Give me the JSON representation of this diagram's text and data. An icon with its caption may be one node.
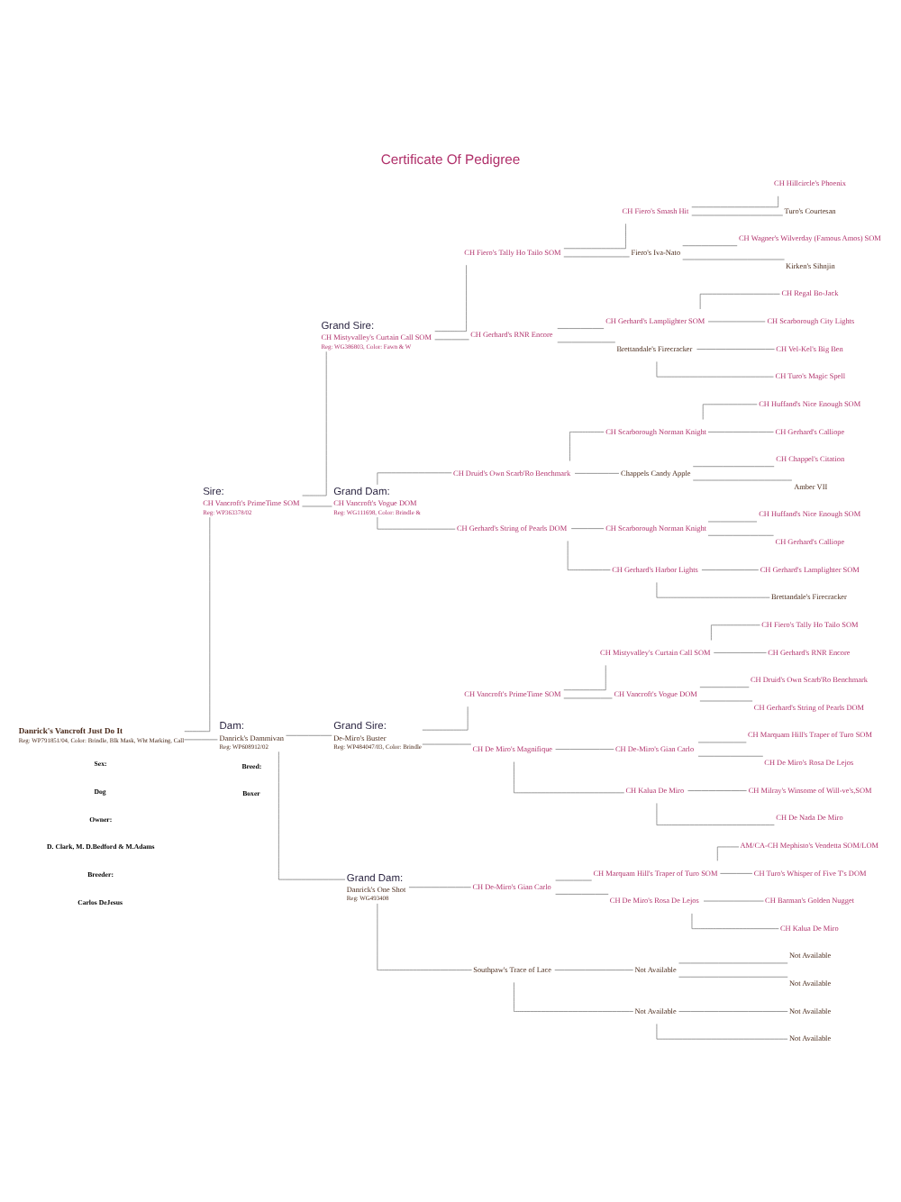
{
  "diagram": {
    "title": "Certificate Of Pedigree",
    "nodes": [
      {
        "text": [
          "Danrick's Vancroft Just Do It",
          "Reg: WP791851/04, Color: Brindle, Blk Mask, Wht Marking, Call"
        ]
      },
      {
        "text": [
          "Sire:",
          "CH Vancroft's PrimeTime SOM",
          "Reg: WP363378/02"
        ]
      },
      {
        "text": [
          "Grand Sire:",
          "CH Mistyvalley's Curtain Call SOM",
          "Reg: WG386803, Color: Fawn & W"
        ]
      },
      {
        "text": [
          "CH Fiero's Tally Ho Tailo SOM"
        ]
      },
      {
        "text": [
          "CH Fiero's Smash Hit"
        ]
      },
      {
        "text": [
          "CH Hillcircle's Phoenix"
        ]
      },
      {
        "text": [
          "Turo's Courtesan"
        ]
      },
      {
        "text": [
          "Fiero's Iva-Nato"
        ]
      },
      {
        "text": [
          "CH Wagner's Wilverday (Famous Amos) SOM"
        ]
      },
      {
        "text": [
          "Kirken's Sihnjin"
        ]
      },
      {
        "text": [
          "CH Gerhard's RNR Encore"
        ]
      },
      {
        "text": [
          "CH Gerhard's Lamplighter SOM"
        ]
      },
      {
        "text": [
          "CH Regal Bo-Jack"
        ]
      },
      {
        "text": [
          "CH Scarborough City Lights"
        ]
      },
      {
        "text": [
          "Brettandale's Firecracker"
        ]
      },
      {
        "text": [
          "CH Vel-Kel's Big Ben"
        ]
      },
      {
        "text": [
          "CH Turo's Magic Spell"
        ]
      },
      {
        "text": [
          "Grand Dam:",
          "CH Vancroft's Vogue DOM",
          "Reg: WG111698, Color: Brindle &"
        ]
      },
      {
        "text": [
          "CH Druid's Own Scarb'Ro Benchmark"
        ]
      },
      {
        "text": [
          "CH Scarborough Norman Knight"
        ]
      },
      {
        "text": [
          "CH Huffand's Nice Enough SOM"
        ]
      },
      {
        "text": [
          "CH Gerhard's Calliope"
        ]
      },
      {
        "text": [
          "Chappels Candy Apple"
        ]
      },
      {
        "text": [
          "CH Chappel's Citation"
        ]
      },
      {
        "text": [
          "Amber VII"
        ]
      },
      {
        "text": [
          "CH Gerhard's String of Pearls DOM"
        ]
      },
      {
        "text": [
          "CH Scarborough Norman Knight"
        ]
      },
      {
        "text": [
          "CH Huffand's Nice Enough SOM"
        ]
      },
      {
        "text": [
          "CH Gerhard's Calliope"
        ]
      },
      {
        "text": [
          "CH Gerhard's Harbor Lights"
        ]
      },
      {
        "text": [
          "CH Gerhard's Lamplighter SOM"
        ]
      },
      {
        "text": [
          "Brettandale's Firecracker"
        ]
      },
      {
        "text": [
          "Dam:",
          "Danrick's Dammivan",
          "Reg: WP608912/02"
        ]
      },
      {
        "text": [
          "Grand Sire:",
          "De-Miro's Buster",
          "Reg: WP484047/03, Color: Brindle"
        ]
      },
      {
        "text": [
          "CH Vancroft's PrimeTime SOM"
        ]
      },
      {
        "text": [
          "CH Mistyvalley's Curtain Call SOM"
        ]
      },
      {
        "text": [
          "CH Fiero's Tally Ho Tailo SOM"
        ]
      },
      {
        "text": [
          "CH Gerhard's RNR Encore"
        ]
      },
      {
        "text": [
          "CH Vancroft's Vogue DOM"
        ]
      },
      {
        "text": [
          "CH Druid's Own Scarb'Ro Benchmark"
        ]
      },
      {
        "text": [
          "CH Gerhard's String of Pearls DOM"
        ]
      },
      {
        "text": [
          "CH De Miro's Magnifique"
        ]
      },
      {
        "text": [
          "CH De-Miro's Gian Carlo"
        ]
      },
      {
        "text": [
          "CH Marquam Hill's Traper of Turo SOM"
        ]
      },
      {
        "text": [
          "CH De Miro's Rosa De Lejos"
        ]
      },
      {
        "text": [
          "CH Kalua De Miro"
        ]
      },
      {
        "text": [
          "CH Milray's Winsome of Will-ve's,SOM"
        ]
      },
      {
        "text": [
          "CH De Nada De Miro"
        ]
      },
      {
        "text": [
          "Grand Dam:",
          "Danrick's One Shot",
          "Reg: WG493408"
        ]
      },
      {
        "text": [
          "CH De-Miro's Gian Carlo"
        ]
      },
      {
        "text": [
          "CH Marquam Hill's Traper of Turo SOM"
        ]
      },
      {
        "text": [
          "AM/CA-CH Mephisto's Vendetta SOM/LOM"
        ]
      },
      {
        "text": [
          "CH Turo's Whisper of Five T's DOM"
        ]
      },
      {
        "text": [
          "CH De Miro's Rosa De Lejos"
        ]
      },
      {
        "text": [
          "CH Barman's Golden Nugget"
        ]
      },
      {
        "text": [
          "CH Kalua De Miro"
        ]
      },
      {
        "text": [
          "Southpaw's Trace of Lace"
        ]
      },
      {
        "text": [
          "Not Available"
        ]
      },
      {
        "text": [
          "Not Available"
        ]
      },
      {
        "text": [
          "Not Available"
        ]
      },
      {
        "text": [
          "Not Available"
        ]
      },
      {
        "text": [
          "Not Available"
        ]
      },
      {
        "text": [
          "Not Available"
        ]
      }
    ],
    "edges": [
      {
        "from": 0,
        "to": 1,
        "arrow": "none"
      },
      {
        "from": 0,
        "to": 32,
        "arrow": "none"
      },
      {
        "from": 1,
        "to": 2,
        "arrow": "none"
      },
      {
        "from": 1,
        "to": 17,
        "arrow": "none"
      },
      {
        "from": 2,
        "to": 3,
        "arrow": "none"
      },
      {
        "from": 2,
        "to": 10,
        "arrow": "none"
      },
      {
        "from": 3,
        "to": 4,
        "arrow": "none"
      },
      {
        "from": 3,
        "to": 7,
        "arrow": "none"
      },
      {
        "from": 4,
        "to": 5,
        "arrow": "none"
      },
      {
        "from": 4,
        "to": 6,
        "arrow": "none"
      },
      {
        "from": 7,
        "to": 8,
        "arrow": "none"
      },
      {
        "from": 7,
        "to": 9,
        "arrow": "none"
      },
      {
        "from": 10,
        "to": 11,
        "arrow": "none"
      },
      {
        "from": 10,
        "to": 14,
        "arrow": "none"
      },
      {
        "from": 11,
        "to": 12,
        "arrow": "none"
      },
      {
        "from": 11,
        "to": 13,
        "arrow": "none"
      },
      {
        "from": 14,
        "to": 15,
        "arrow": "none"
      },
      {
        "from": 14,
        "to": 16,
        "arrow": "none"
      },
      {
        "from": 17,
        "to": 18,
        "arrow": "none"
      },
      {
        "from": 17,
        "to": 25,
        "arrow": "none"
      },
      {
        "from": 18,
        "to": 19,
        "arrow": "none"
      },
      {
        "from": 18,
        "to": 22,
        "arrow": "none"
      },
      {
        "from": 19,
        "to": 20,
        "arrow": "none"
      },
      {
        "from": 19,
        "to": 21,
        "arrow": "none"
      },
      {
        "from": 22,
        "to": 23,
        "arrow": "none"
      },
      {
        "from": 22,
        "to": 24,
        "arrow": "none"
      },
      {
        "from": 25,
        "to": 26,
        "arrow": "none"
      },
      {
        "from": 25,
        "to": 29,
        "arrow": "none"
      },
      {
        "from": 26,
        "to": 27,
        "arrow": "none"
      },
      {
        "from": 26,
        "to": 28,
        "arrow": "none"
      },
      {
        "from": 29,
        "to": 30,
        "arrow": "none"
      },
      {
        "from": 29,
        "to": 31,
        "arrow": "none"
      },
      {
        "from": 32,
        "to": 33,
        "arrow": "none"
      },
      {
        "from": 32,
        "to": 48,
        "arrow": "none"
      },
      {
        "from": 33,
        "to": 34,
        "arrow": "none"
      },
      {
        "from": 33,
        "to": 41,
        "arrow": "none"
      },
      {
        "from": 34,
        "to": 35,
        "arrow": "none"
      },
      {
        "from": 34,
        "to": 38,
        "arrow": "none"
      },
      {
        "from": 35,
        "to": 36,
        "arrow": "none"
      },
      {
        "from": 35,
        "to": 37,
        "arrow": "none"
      },
      {
        "from": 38,
        "to": 39,
        "arrow": "none"
      },
      {
        "from": 38,
        "to": 40,
        "arrow": "none"
      },
      {
        "from": 41,
        "to": 42,
        "arrow": "none"
      },
      {
        "from": 41,
        "to": 45,
        "arrow": "none"
      },
      {
        "from": 42,
        "to": 43,
        "arrow": "none"
      },
      {
        "from": 42,
        "to": 44,
        "arrow": "none"
      },
      {
        "from": 45,
        "to": 46,
        "arrow": "none"
      },
      {
        "from": 45,
        "to": 47,
        "arrow": "none"
      },
      {
        "from": 48,
        "to": 49,
        "arrow": "none"
      },
      {
        "from": 48,
        "to": 56,
        "arrow": "none"
      },
      {
        "from": 49,
        "to": 50,
        "arrow": "none"
      },
      {
        "from": 49,
        "to": 53,
        "arrow": "none"
      },
      {
        "from": 50,
        "to": 51,
        "arrow": "none"
      },
      {
        "from": 50,
        "to": 52,
        "arrow": "none"
      },
      {
        "from": 53,
        "to": 54,
        "arrow": "none"
      },
      {
        "from": 53,
        "to": 55,
        "arrow": "none"
      },
      {
        "from": 56,
        "to": 57,
        "arrow": "none"
      },
      {
        "from": 56,
        "to": 60,
        "arrow": "none"
      },
      {
        "from": 57,
        "to": 58,
        "arrow": "none"
      },
      {
        "from": 57,
        "to": 59,
        "arrow": "none"
      },
      {
        "from": 60,
        "to": 61,
        "arrow": "none"
      },
      {
        "from": 60,
        "to": 62,
        "arrow": "none"
      }
    ],
    "labels": [
      "Breed:",
      "Boxer",
      "Sex:",
      "Dog",
      "Owner:",
      "D. Clark, M. D.Bedford & M.Adams",
      "Breeder:",
      "Carlos DeJesus"
    ]
  }
}
